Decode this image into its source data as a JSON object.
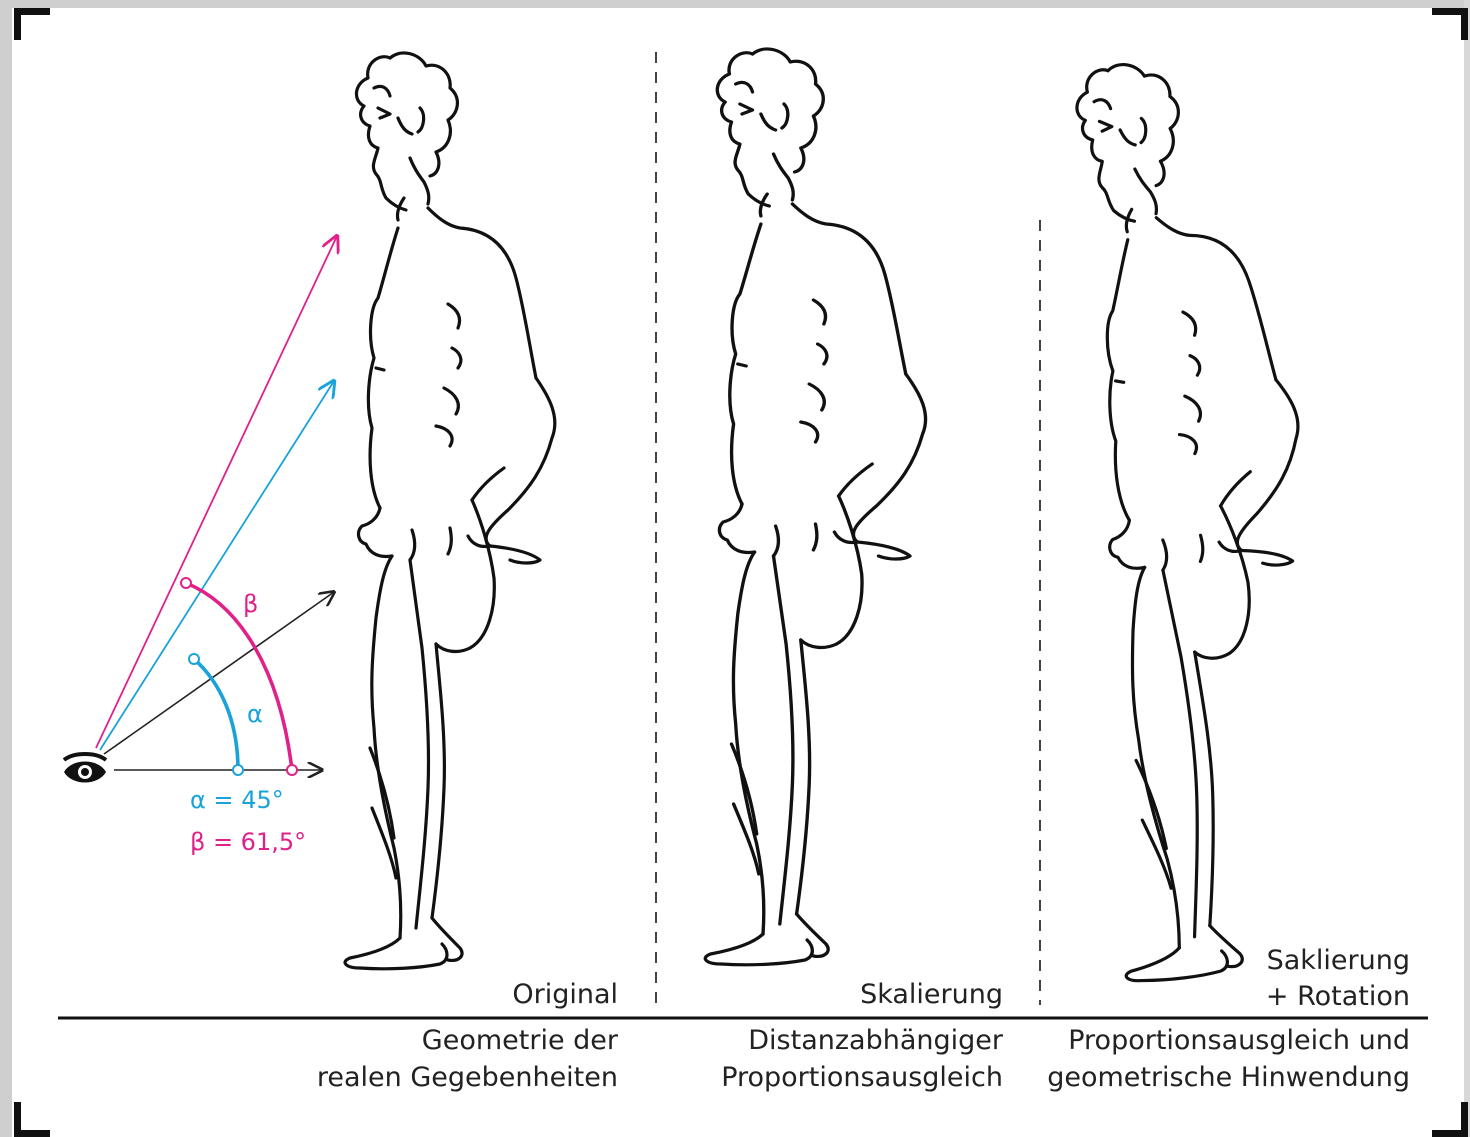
{
  "diagram": {
    "eye_symbol": "eye-icon",
    "angles": {
      "alpha_symbol": "α",
      "beta_symbol": "β",
      "alpha_text": "α = 45°",
      "beta_text": "β = 61,5°",
      "alpha_color": "#1aa3d9",
      "beta_color": "#e0218a"
    },
    "figures": [
      {
        "label": "Original",
        "caption_line1": "Geometrie der",
        "caption_line2": "realen Gegebenheiten"
      },
      {
        "label": "Skalierung",
        "caption_line1": "Distanzabhängiger",
        "caption_line2": "Proportionsausgleich"
      },
      {
        "label_line1": "Saklierung",
        "label_line2": "+ Rotation",
        "caption_line1": "Proportionsausgleich und",
        "caption_line2": "geometrische Hinwendung"
      }
    ]
  }
}
